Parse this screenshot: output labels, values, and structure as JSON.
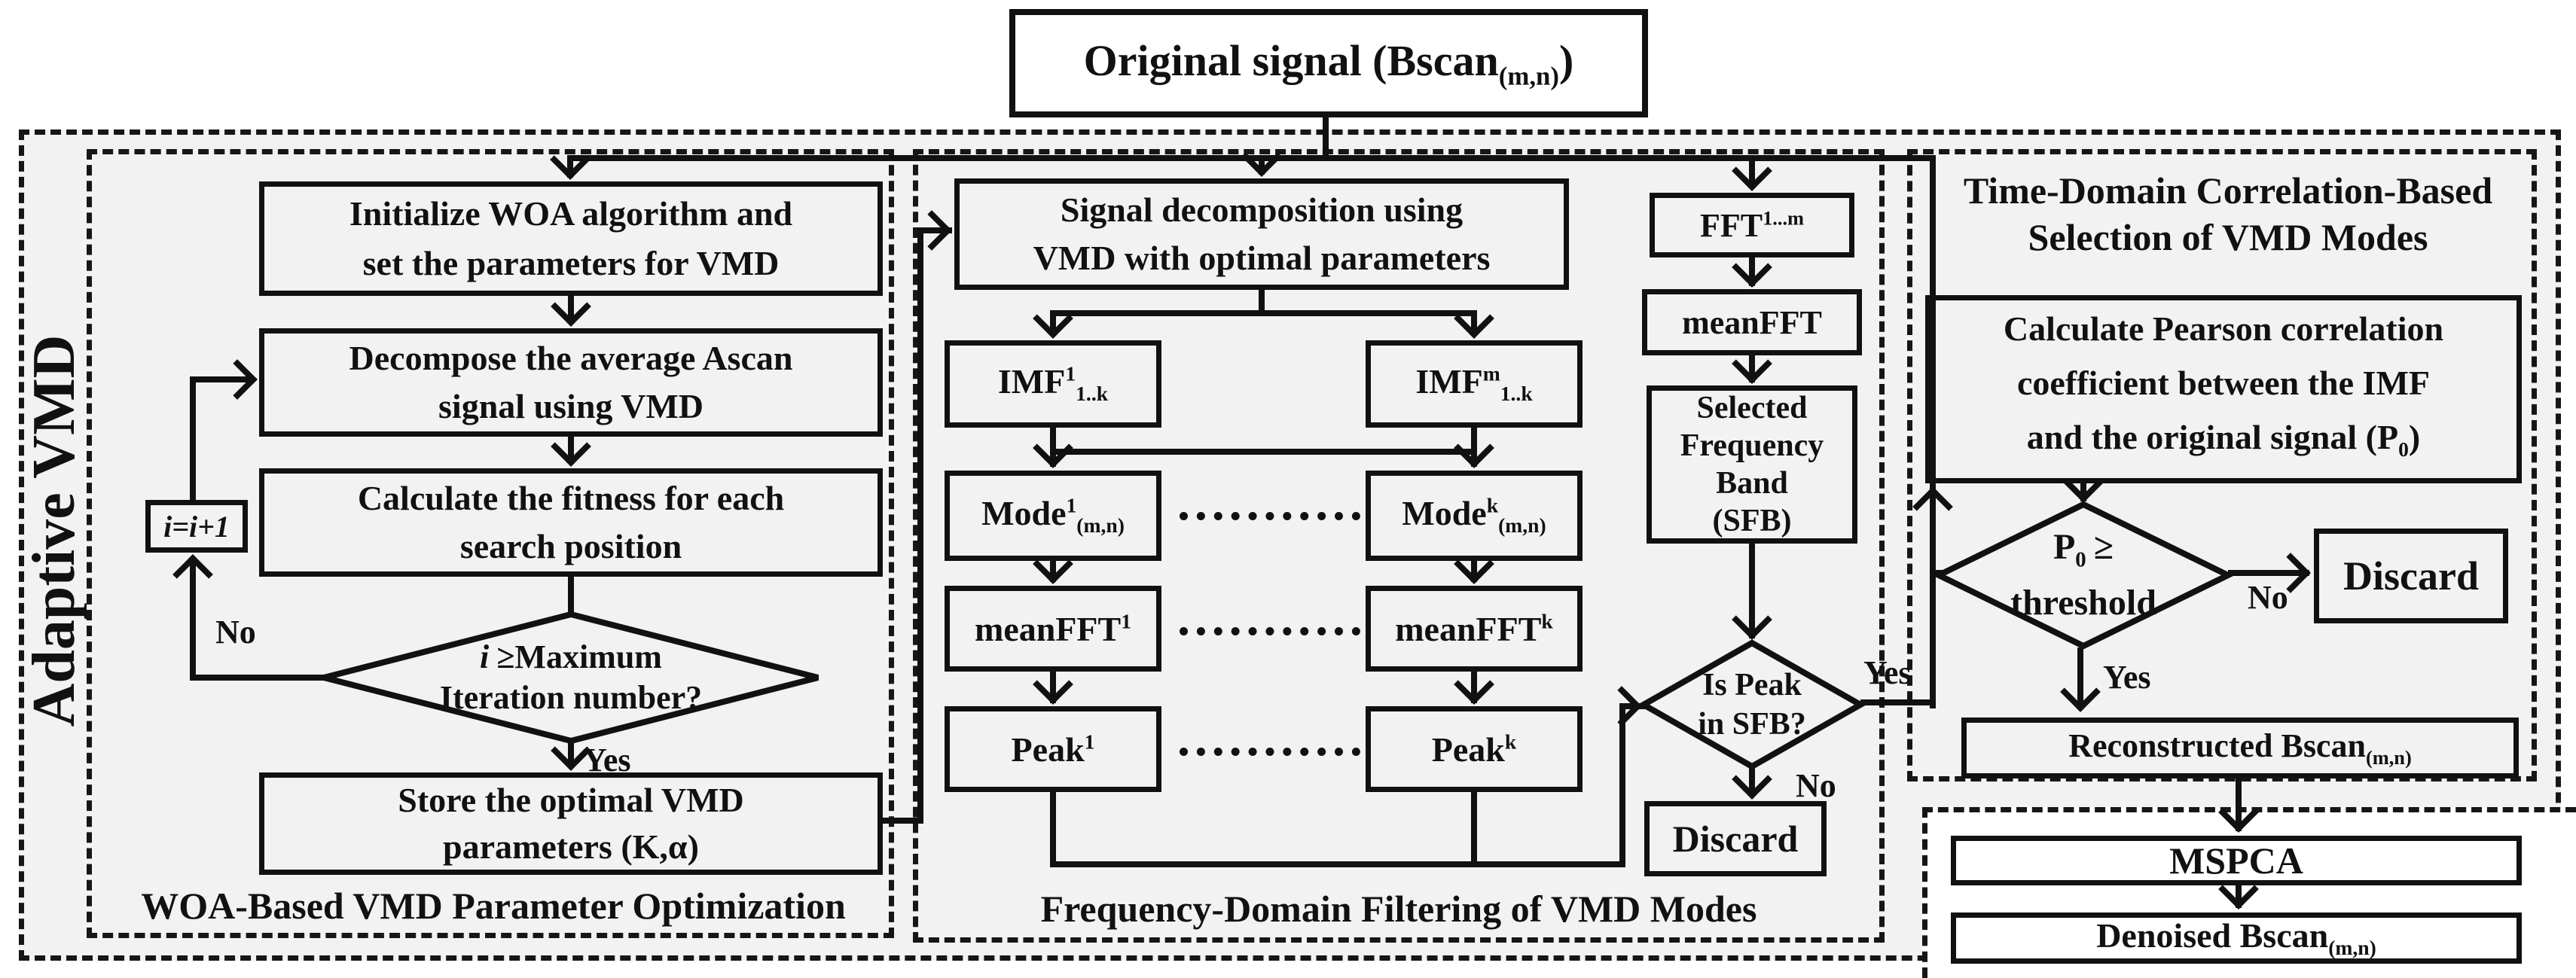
{
  "top": {
    "pre": "Original signal (Bscan",
    "sub": "(m,n)",
    "post": ")"
  },
  "adaptive_label": "Adaptive VMD",
  "woa": {
    "caption": "WOA-Based VMD Parameter Optimization",
    "initialize_l1": "Initialize  WOA algorithm and",
    "initialize_l2": "set the parameters for VMD",
    "decompose_l1": "Decompose the average Ascan",
    "decompose_l2": "signal using VMD",
    "fitness_l1": "Calculate the fitness for each",
    "fitness_l2": "search position",
    "iter_box": "i=i+1",
    "diamond_l1_it": "i",
    "diamond_l1_rest": "≥Maximum",
    "diamond_l2": "Iteration number?",
    "no": "No",
    "yes": "Yes",
    "store_l1": "Store the optimal VMD",
    "store_l2": "parameters  (K,α)"
  },
  "freq": {
    "caption": "Frequency-Domain Filtering of VMD Modes",
    "signal_l1": "Signal decomposition using",
    "signal_l2": "VMD with optimal parameters",
    "imf1": {
      "base": "IMF",
      "sup": "1",
      "sub": "1..k"
    },
    "imfm": {
      "base": "IMF",
      "sup": "m",
      "sub": "1..k"
    },
    "mode1": {
      "base": "Mode",
      "sup": "1",
      "sub": "(m,n)"
    },
    "modek": {
      "base": "Mode",
      "sup": "k",
      "sub": "(m,n)"
    },
    "meanfft1": {
      "base": "meanFFT",
      "sup": "1"
    },
    "meanfftk": {
      "base": "meanFFT",
      "sup": "k"
    },
    "peak1": {
      "base": "Peak",
      "sup": "1"
    },
    "peakk": {
      "base": "Peak",
      "sup": "k"
    },
    "fft": {
      "base": "FFT",
      "sup": "1...m"
    },
    "meanfft": "meanFFT",
    "sfb_l1": "Selected",
    "sfb_l2": "Frequency",
    "sfb_l3": "Band",
    "sfb_l4": "(SFB)",
    "peak_diamond_l1": "Is Peak",
    "peak_diamond_l2": "in SFB?",
    "yes": "Yes",
    "no": "No",
    "discard": "Discard"
  },
  "time": {
    "title_l1": "Time-Domain Correlation-Based",
    "title_l2": "Selection of VMD Modes",
    "pearson_l1": "Calculate Pearson correlation",
    "pearson_l2": "coefficient between the IMF",
    "pearson_l3_pre": "and the original signal (P",
    "pearson_l3_sub": "0",
    "pearson_l3_post": ")",
    "p0_pre": "P",
    "p0_sub": "0",
    "p0_post": "≥",
    "p0_l2": "threshold",
    "no": "No",
    "yes": "Yes",
    "discard": "Discard",
    "recon_pre": "Reconstructed Bscan",
    "recon_sub": "(m,n)"
  },
  "output": {
    "mspca": "MSPCA",
    "denoised_pre": "Denoised Bscan",
    "denoised_sub": "(m,n)"
  }
}
